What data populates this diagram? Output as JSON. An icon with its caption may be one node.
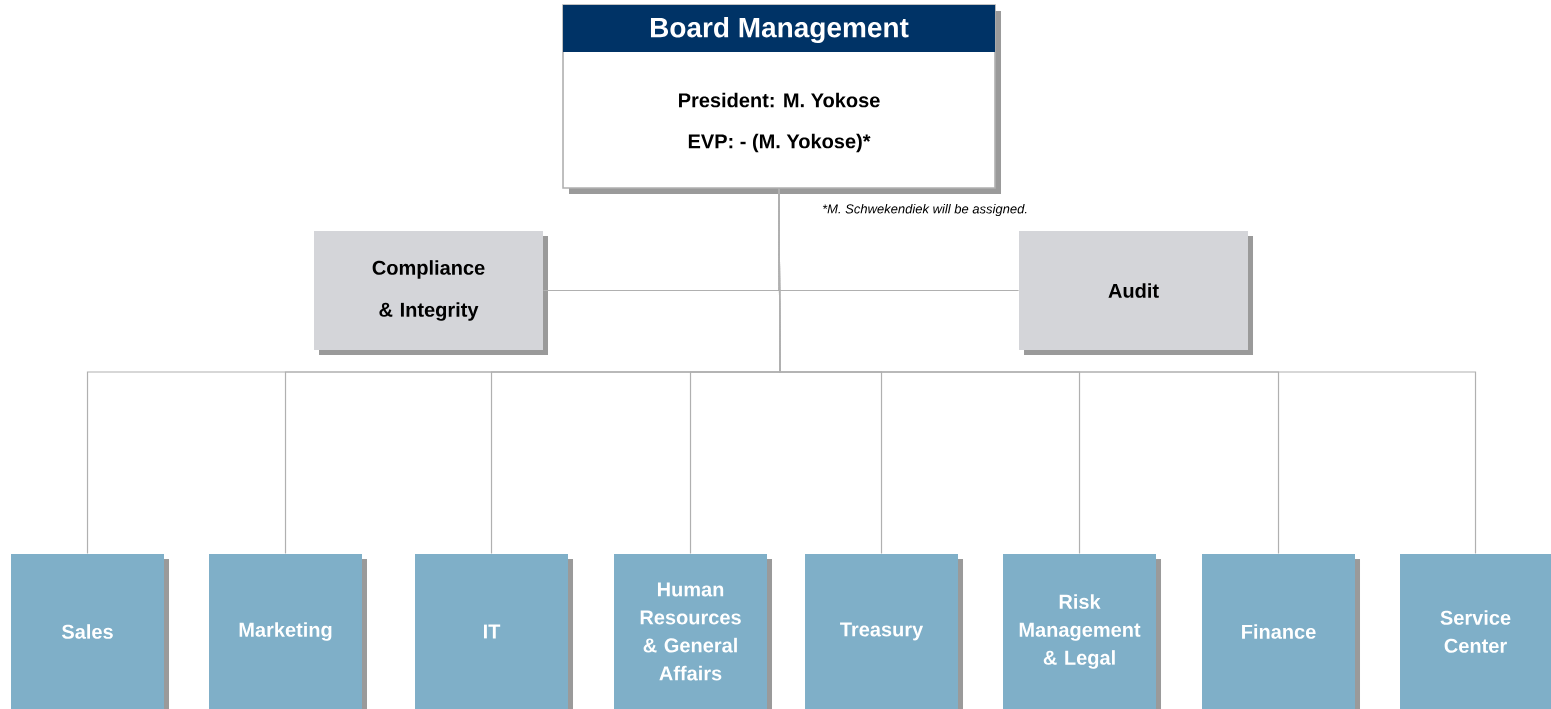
{
  "diagram": {
    "nodes": [
      {
        "text": [
          "Board Management",
          "President: M. Yokose",
          "EVP: - (M. Yokose)*"
        ],
        "beside": [
          "*M. Schwekendiek will be assigned."
        ]
      },
      {
        "text": [
          "Compliance & Integrity"
        ]
      },
      {
        "text": [
          "Audit"
        ]
      },
      {
        "text": [
          "Sales"
        ]
      },
      {
        "text": [
          "Marketing"
        ]
      },
      {
        "text": [
          "IT"
        ]
      },
      {
        "text": [
          "Human Resources & General Affairs"
        ]
      },
      {
        "text": [
          "Treasury"
        ]
      },
      {
        "text": [
          "Risk Management & Legal"
        ]
      },
      {
        "text": [
          "Finance"
        ]
      },
      {
        "text": [
          "Service Center"
        ]
      }
    ],
    "edges": [
      {
        "from": 0,
        "to": 1,
        "arrow": "none"
      },
      {
        "from": 0,
        "to": 2,
        "arrow": "none"
      },
      {
        "from": 0,
        "to": 3,
        "arrow": "none"
      },
      {
        "from": 0,
        "to": 4,
        "arrow": "none"
      },
      {
        "from": 0,
        "to": 5,
        "arrow": "none"
      },
      {
        "from": 0,
        "to": 6,
        "arrow": "none"
      },
      {
        "from": 0,
        "to": 7,
        "arrow": "none"
      },
      {
        "from": 0,
        "to": 8,
        "arrow": "none"
      },
      {
        "from": 0,
        "to": 9,
        "arrow": "none"
      },
      {
        "from": 0,
        "to": 10,
        "arrow": "none"
      }
    ]
  }
}
